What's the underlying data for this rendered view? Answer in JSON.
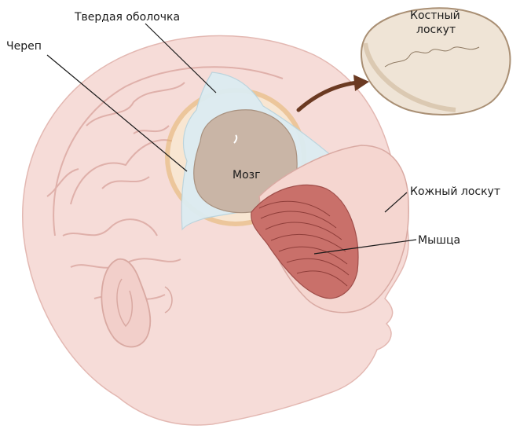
{
  "labels": {
    "dura": "Твердая оболочка",
    "skull": "Череп",
    "bone_flap_line1": "Костный",
    "bone_flap_line2": "лоскут",
    "brain": "Мозг",
    "skin_flap": "Кожный лоскут",
    "muscle": "Мышца"
  },
  "colors": {
    "skin": "#f6dcd8",
    "skin_shadow": "#e9c2bc",
    "brain_outline": "#dfb0aa",
    "dura": "#dcecf2",
    "exposed_brain": "#c9b5a6",
    "bone": "#efe4d6",
    "muscle": "#c9706a",
    "arrow": "#6b3a22"
  }
}
